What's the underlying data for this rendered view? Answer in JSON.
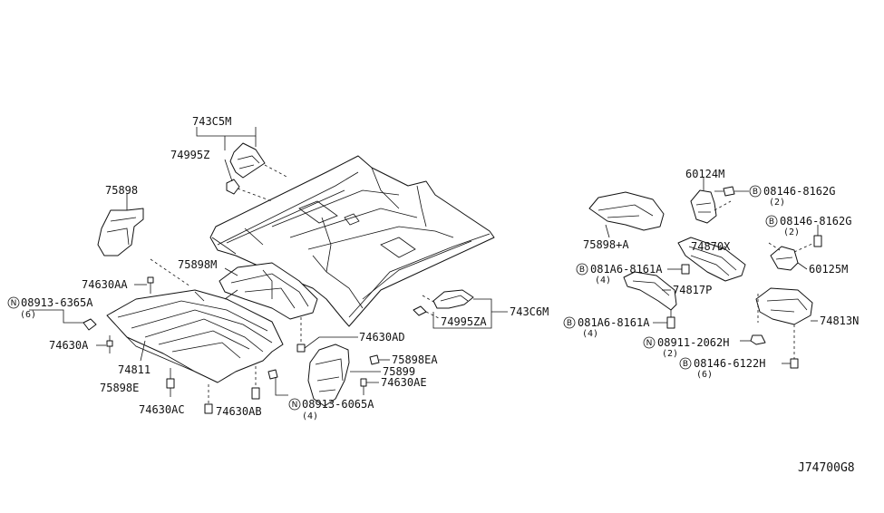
{
  "diagram_ref": "J74700G8",
  "symbols": {
    "n": "N",
    "b": "B"
  },
  "labels": {
    "p743C5M": "743C5M",
    "p74995Z": "74995Z",
    "p75898": "75898",
    "p75898M": "75898M",
    "p74630AA": "74630AA",
    "p08913_6365A": "08913-6365A",
    "q08913_6365A": "(6)",
    "p74630A": "74630A",
    "p74811": "74811",
    "p75898E": "75898E",
    "p74630AC": "74630AC",
    "p74630AB": "74630AB",
    "p08913_6065A": "08913-6065A",
    "q08913_6065A": "(4)",
    "p74630AD": "74630AD",
    "p75898EA": "75898EA",
    "p75899": "75899",
    "p74630AE": "74630AE",
    "p74995ZA": "74995ZA",
    "p743C6M": "743C6M",
    "p75898A": "75898+A",
    "p60124M": "60124M",
    "p08146_8162G_1": "08146-8162G",
    "q08146_8162G_1": "(2)",
    "p08146_8162G_2": "08146-8162G",
    "q08146_8162G_2": "(2)",
    "p74870X": "74870X",
    "p60125M": "60125M",
    "p081A6_8161A_1": "081A6-8161A",
    "q081A6_8161A_1": "(4)",
    "p74817P": "74817P",
    "p081A6_8161A_2": "081A6-8161A",
    "q081A6_8161A_2": "(4)",
    "p74813N": "74813N",
    "p08911_2062H": "08911-2062H",
    "q08911_2062H": "(2)",
    "p08146_6122H": "08146-6122H",
    "q08146_6122H": "(6)"
  }
}
